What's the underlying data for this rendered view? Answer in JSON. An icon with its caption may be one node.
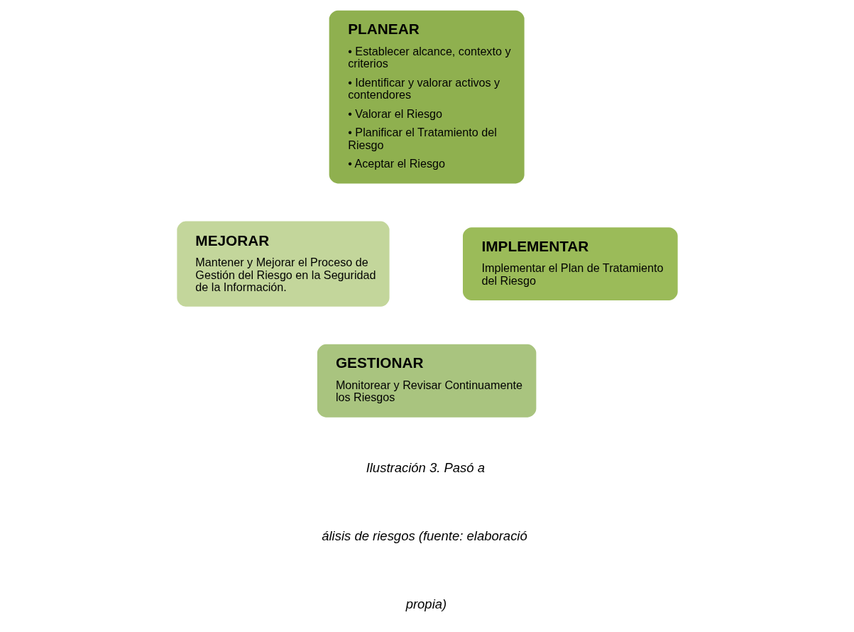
{
  "diagram": {
    "nodes": [
      {
        "text": [
          "PLANEAR",
          "• Establecer alcance, contexto y criterios",
          "• Identificar y valorar activos y contendores",
          "• Valorar el Riesgo",
          "• Planificar el Tratamiento del Riesgo",
          "• Aceptar el Riesgo"
        ]
      },
      {
        "text": [
          "MEJORAR",
          "Mantener y Mejorar el Proceso de Gestión del Riesgo en la Seguridad de la Información."
        ]
      },
      {
        "text": [
          "IMPLEMENTAR",
          "Implementar el Plan de Tratamiento del Riesgo"
        ]
      },
      {
        "text": [
          "GESTIONAR",
          "Monitorear y Revisar Continuamente los Riesgos"
        ]
      }
    ],
    "edges": [],
    "labels": [
      "Ilustración 3. Pasó a",
      "álisis de riesgos (fuente: elaboració",
      "propia)"
    ]
  }
}
